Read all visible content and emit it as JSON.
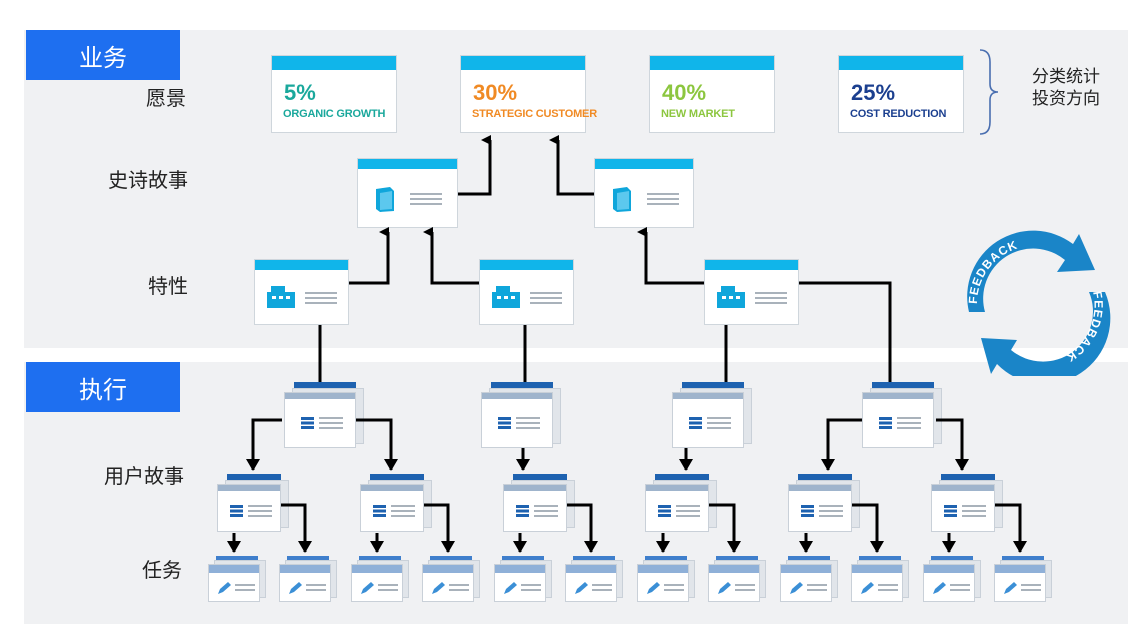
{
  "sections": {
    "business": "业务",
    "execution": "执行"
  },
  "rows": {
    "vision": "愿景",
    "epic": "史诗故事",
    "feature": "特性",
    "user_story": "用户故事",
    "task": "任务"
  },
  "visions": [
    {
      "pct": "5%",
      "label": "ORGANIC GROWTH",
      "color": "#1aa89c"
    },
    {
      "pct": "30%",
      "label": "STRATEGIC CUSTOMER",
      "color": "#f08a24"
    },
    {
      "pct": "40%",
      "label": "NEW MARKET",
      "color": "#8cc63f"
    },
    {
      "pct": "25%",
      "label": "COST REDUCTION",
      "color": "#1b3f8f"
    }
  ],
  "side_note": {
    "line1": "分类统计",
    "line2": "投资方向"
  },
  "feedback": {
    "text": "FEEDBACK"
  },
  "colors": {
    "accent": "#10b5ea",
    "section_tab": "#1e6ff0",
    "feedback": "#1a85c8",
    "story": "#1e62b0"
  },
  "icons": {
    "epic": "book-icon",
    "feature": "register-icon",
    "story": "list-icon",
    "task": "pencil-icon"
  }
}
